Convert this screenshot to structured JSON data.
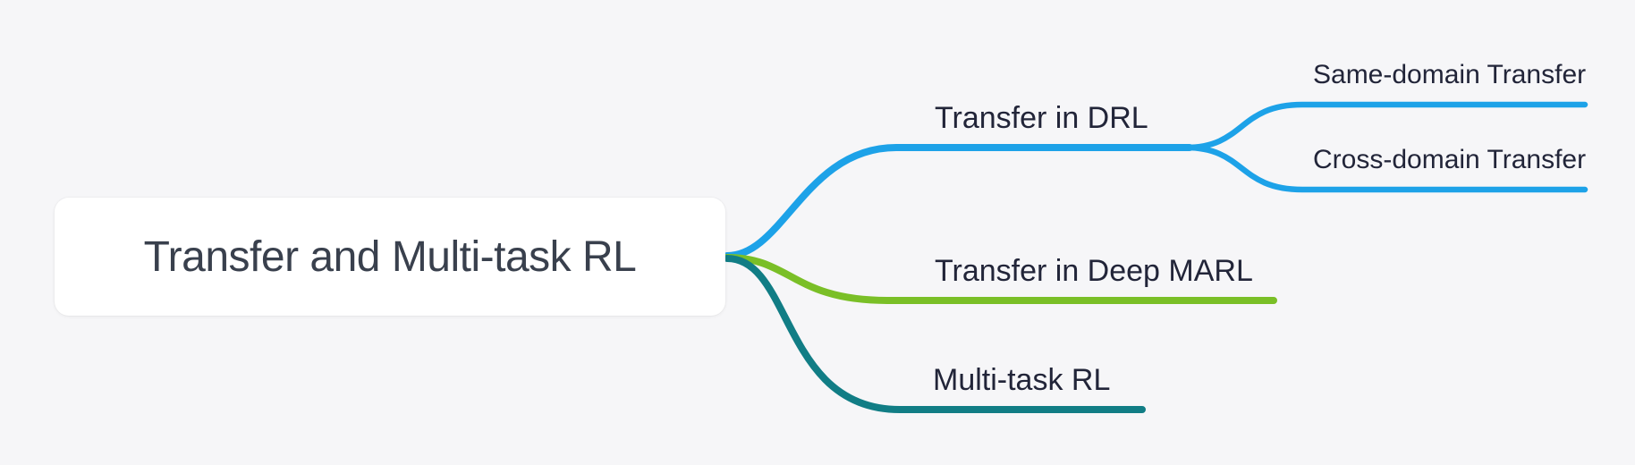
{
  "page": {
    "background_color": "#f6f6f8"
  },
  "mindmap": {
    "root": {
      "label": "Transfer and Multi-task RL",
      "bg_color": "#ffffff",
      "text_color": "#39404d"
    },
    "label_color": "#222539",
    "branches": [
      {
        "label": "Transfer in DRL",
        "color": "#1da2e8",
        "children": [
          {
            "label": "Same-domain Transfer",
            "color": "#1da2e8"
          },
          {
            "label": "Cross-domain Transfer",
            "color": "#1da2e8"
          }
        ]
      },
      {
        "label": "Transfer in Deep MARL",
        "color": "#7abf27",
        "children": []
      },
      {
        "label": "Multi-task RL",
        "color": "#117d85",
        "children": []
      }
    ]
  }
}
